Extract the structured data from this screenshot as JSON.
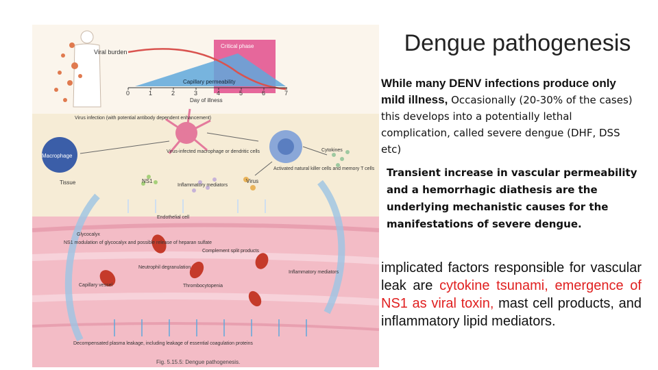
{
  "slide": {
    "title": "Dengue pathogenesis",
    "para1": {
      "bold_text": "While many DENV infections produce only mild illness,",
      "regular_text": " Occasionally (20-30% of the cases) this develops into a potentially lethal complication, called severe dengue (DHF, DSS etc)"
    },
    "para2": "Transient increase in vascular permeability and a hemorrhagic diathesis are the underlying mechanistic causes for the manifestations of severe dengue.",
    "para3": {
      "lead": "implicated factors responsible for vascular leak are ",
      "red1": "cytokine tsunami, emergence of NS1 as viral toxin,",
      "tail": " mast cell products, and inflammatory lipid mediators."
    },
    "accent_color": "#e02020"
  },
  "figure": {
    "caption": "Fig. 5.15.5: Dengue pathogenesis.",
    "timeline": {
      "viral_burden_label": "Viral burden",
      "critical_phase_label": "Critical phase",
      "capillary_label": "Capillary permeability",
      "axis_label": "Day of illness",
      "ticks": [
        "0",
        "1",
        "2",
        "3",
        "4",
        "5",
        "6",
        "7"
      ]
    },
    "labels": {
      "virus_infection": "Virus infection (with potential antibody dependent enhancement)",
      "macrophage": "Macrophage",
      "virus_infected": "Virus-infected macrophage or dendritic cells",
      "activated_nk": "Activated natural killer cells and memory T cells",
      "cytokines": "Cytokines",
      "tissue": "Tissue",
      "ns1": "NS1",
      "inflammatory_mediators_top": "Inflammatory mediators",
      "virus": "Virus",
      "endothelial_cell": "Endothelial cell",
      "glycocalyx": "Glycocalyx",
      "ns1_modulation": "NS1 modulation of glycocalyx and possible release of heparan sulfate",
      "complement": "Complement split products",
      "neutrophil": "Neutrophil degranulation",
      "inflammatory_mediators_bottom": "Inflammatory mediators",
      "capillary_vessel": "Capillary vessel",
      "thrombocytopenia": "Thrombocytopenia",
      "decompensated": "Decompensated plasma leakage, including leakage of essential coagulation proteins"
    },
    "colors": {
      "critical_phase_pink": "#e24d8d",
      "capillary_blue": "#5fa8dc",
      "viral_curve_red": "#d9534f",
      "tissue_beige": "#f4ead4",
      "vessel_pink": "#f2b7c3",
      "macrophage_blue": "#3b5ea8",
      "rbc_red": "#c53a2a"
    }
  }
}
